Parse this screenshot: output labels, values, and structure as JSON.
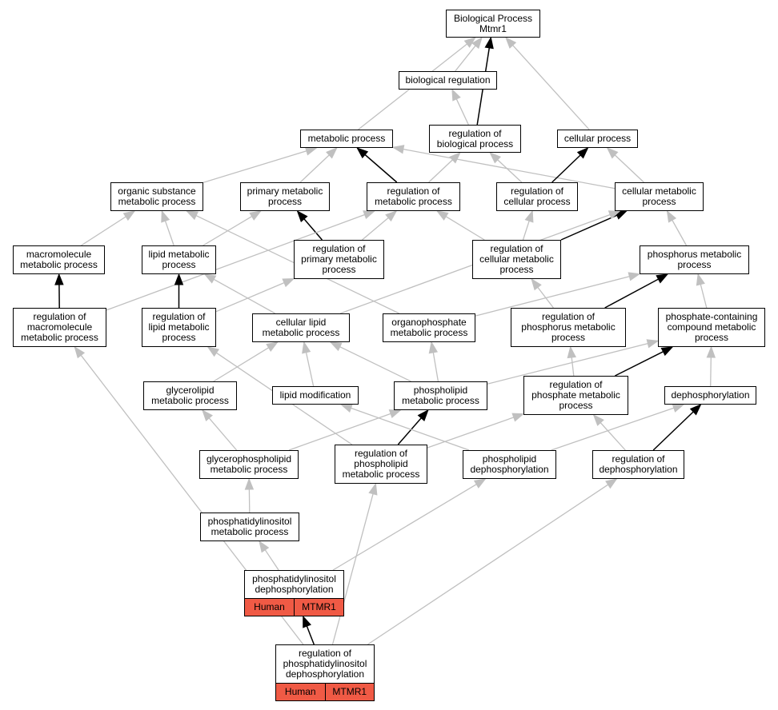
{
  "colors": {
    "edge_gray": "#c0c0c0",
    "edge_black": "#000000",
    "annotation_fill": "#f05a45"
  },
  "nodes": [
    {
      "id": "root",
      "lines": [
        "Biological Process",
        "Mtmr1"
      ]
    },
    {
      "id": "bioreg",
      "lines": [
        "biological regulation"
      ]
    },
    {
      "id": "metab",
      "lines": [
        "metabolic process"
      ]
    },
    {
      "id": "regbio",
      "lines": [
        "regulation of",
        "biological process"
      ]
    },
    {
      "id": "cellproc",
      "lines": [
        "cellular process"
      ]
    },
    {
      "id": "orgsub",
      "lines": [
        "organic substance",
        "metabolic process"
      ]
    },
    {
      "id": "primmet",
      "lines": [
        "primary metabolic",
        "process"
      ]
    },
    {
      "id": "regmet",
      "lines": [
        "regulation of",
        "metabolic process"
      ]
    },
    {
      "id": "regcell",
      "lines": [
        "regulation of",
        "cellular process"
      ]
    },
    {
      "id": "cellmet",
      "lines": [
        "cellular metabolic",
        "process"
      ]
    },
    {
      "id": "macro",
      "lines": [
        "macromolecule",
        "metabolic process"
      ]
    },
    {
      "id": "lipidmet",
      "lines": [
        "lipid metabolic",
        "process"
      ]
    },
    {
      "id": "regprim",
      "lines": [
        "regulation of",
        "primary metabolic",
        "process"
      ]
    },
    {
      "id": "regcellmet",
      "lines": [
        "regulation of",
        "cellular metabolic",
        "process"
      ]
    },
    {
      "id": "phosmet",
      "lines": [
        "phosphorus metabolic",
        "process"
      ]
    },
    {
      "id": "regmacro",
      "lines": [
        "regulation of",
        "macromolecule",
        "metabolic process"
      ]
    },
    {
      "id": "reglipid",
      "lines": [
        "regulation of",
        "lipid metabolic",
        "process"
      ]
    },
    {
      "id": "celllipid",
      "lines": [
        "cellular lipid",
        "metabolic process"
      ]
    },
    {
      "id": "organophos",
      "lines": [
        "organophosphate",
        "metabolic process"
      ]
    },
    {
      "id": "regphosmet",
      "lines": [
        "regulation of",
        "phosphorus metabolic",
        "process"
      ]
    },
    {
      "id": "phoscont",
      "lines": [
        "phosphate-containing",
        "compound metabolic",
        "process"
      ]
    },
    {
      "id": "glycerolip",
      "lines": [
        "glycerolipid",
        "metabolic process"
      ]
    },
    {
      "id": "lipidmod",
      "lines": [
        "lipid modification"
      ]
    },
    {
      "id": "phospholip",
      "lines": [
        "phospholipid",
        "metabolic process"
      ]
    },
    {
      "id": "regphosphate",
      "lines": [
        "regulation of",
        "phosphate metabolic",
        "process"
      ]
    },
    {
      "id": "dephos",
      "lines": [
        "dephosphorylation"
      ]
    },
    {
      "id": "glycerophos",
      "lines": [
        "glycerophospholipid",
        "metabolic process"
      ]
    },
    {
      "id": "regphospholip",
      "lines": [
        "regulation of",
        "phospholipid",
        "metabolic process"
      ]
    },
    {
      "id": "phospholipdephos",
      "lines": [
        "phospholipid",
        "dephosphorylation"
      ]
    },
    {
      "id": "regdephos",
      "lines": [
        "regulation of",
        "dephosphorylation"
      ]
    },
    {
      "id": "pimet",
      "lines": [
        "phosphatidylinositol",
        "metabolic process"
      ]
    },
    {
      "id": "pidephos",
      "lines": [
        "phosphatidylinositol",
        "dephosphorylation"
      ],
      "tags": [
        "Human",
        "MTMR1"
      ]
    },
    {
      "id": "regpidephos",
      "lines": [
        "regulation of",
        "phosphatidylinositol",
        "dephosphorylation"
      ],
      "tags": [
        "Human",
        "MTMR1"
      ]
    }
  ],
  "edges": [
    {
      "from": "bioreg",
      "to": "root",
      "color": "gray"
    },
    {
      "from": "metab",
      "to": "root",
      "color": "gray"
    },
    {
      "from": "regbio",
      "to": "root",
      "color": "black"
    },
    {
      "from": "cellproc",
      "to": "root",
      "color": "gray"
    },
    {
      "from": "regbio",
      "to": "bioreg",
      "color": "gray"
    },
    {
      "from": "orgsub",
      "to": "metab",
      "color": "gray"
    },
    {
      "from": "primmet",
      "to": "metab",
      "color": "gray"
    },
    {
      "from": "regmet",
      "to": "metab",
      "color": "black"
    },
    {
      "from": "cellmet",
      "to": "metab",
      "color": "gray"
    },
    {
      "from": "regmet",
      "to": "regbio",
      "color": "gray"
    },
    {
      "from": "regcell",
      "to": "regbio",
      "color": "gray"
    },
    {
      "from": "regcell",
      "to": "cellproc",
      "color": "black"
    },
    {
      "from": "cellmet",
      "to": "cellproc",
      "color": "gray"
    },
    {
      "from": "macro",
      "to": "orgsub",
      "color": "gray"
    },
    {
      "from": "lipidmet",
      "to": "orgsub",
      "color": "gray"
    },
    {
      "from": "organophos",
      "to": "orgsub",
      "color": "gray"
    },
    {
      "from": "lipidmet",
      "to": "primmet",
      "color": "gray"
    },
    {
      "from": "regprim",
      "to": "primmet",
      "color": "black"
    },
    {
      "from": "regprim",
      "to": "regmet",
      "color": "gray"
    },
    {
      "from": "regcellmet",
      "to": "regmet",
      "color": "gray"
    },
    {
      "from": "regmacro",
      "to": "regmet",
      "color": "gray"
    },
    {
      "from": "regcellmet",
      "to": "regcell",
      "color": "gray"
    },
    {
      "from": "regcellmet",
      "to": "cellmet",
      "color": "black"
    },
    {
      "from": "phosmet",
      "to": "cellmet",
      "color": "gray"
    },
    {
      "from": "celllipid",
      "to": "cellmet",
      "color": "gray"
    },
    {
      "from": "regmacro",
      "to": "macro",
      "color": "black"
    },
    {
      "from": "reglipid",
      "to": "lipidmet",
      "color": "black"
    },
    {
      "from": "celllipid",
      "to": "lipidmet",
      "color": "gray"
    },
    {
      "from": "reglipid",
      "to": "regprim",
      "color": "gray"
    },
    {
      "from": "regphosmet",
      "to": "regcellmet",
      "color": "gray"
    },
    {
      "from": "regphosmet",
      "to": "phosmet",
      "color": "black"
    },
    {
      "from": "phoscont",
      "to": "phosmet",
      "color": "gray"
    },
    {
      "from": "organophos",
      "to": "phosmet",
      "color": "gray"
    },
    {
      "from": "glycerolip",
      "to": "celllipid",
      "color": "gray"
    },
    {
      "from": "lipidmod",
      "to": "celllipid",
      "color": "gray"
    },
    {
      "from": "phospholip",
      "to": "celllipid",
      "color": "gray"
    },
    {
      "from": "phospholip",
      "to": "organophos",
      "color": "gray"
    },
    {
      "from": "regphosphate",
      "to": "regphosmet",
      "color": "gray"
    },
    {
      "from": "regphosphate",
      "to": "phoscont",
      "color": "black"
    },
    {
      "from": "phospholip",
      "to": "phoscont",
      "color": "gray"
    },
    {
      "from": "dephos",
      "to": "phoscont",
      "color": "gray"
    },
    {
      "from": "glycerophos",
      "to": "glycerolip",
      "color": "gray"
    },
    {
      "from": "glycerophos",
      "to": "phospholip",
      "color": "gray"
    },
    {
      "from": "regphospholip",
      "to": "phospholip",
      "color": "black"
    },
    {
      "from": "regphospholip",
      "to": "reglipid",
      "color": "gray"
    },
    {
      "from": "regphospholip",
      "to": "regphosphate",
      "color": "gray"
    },
    {
      "from": "phospholipdephos",
      "to": "lipidmod",
      "color": "gray"
    },
    {
      "from": "phospholipdephos",
      "to": "dephos",
      "color": "gray"
    },
    {
      "from": "regdephos",
      "to": "regphosphate",
      "color": "gray"
    },
    {
      "from": "regdephos",
      "to": "dephos",
      "color": "black"
    },
    {
      "from": "pimet",
      "to": "glycerophos",
      "color": "gray"
    },
    {
      "from": "pidephos",
      "to": "pimet",
      "color": "gray"
    },
    {
      "from": "pidephos",
      "to": "phospholipdephos",
      "color": "gray"
    },
    {
      "from": "regpidephos",
      "to": "pidephos",
      "color": "black"
    },
    {
      "from": "regpidephos",
      "to": "regphospholip",
      "color": "gray"
    },
    {
      "from": "regpidephos",
      "to": "regdephos",
      "color": "gray"
    },
    {
      "from": "regpidephos",
      "to": "regmacro",
      "color": "gray"
    }
  ]
}
